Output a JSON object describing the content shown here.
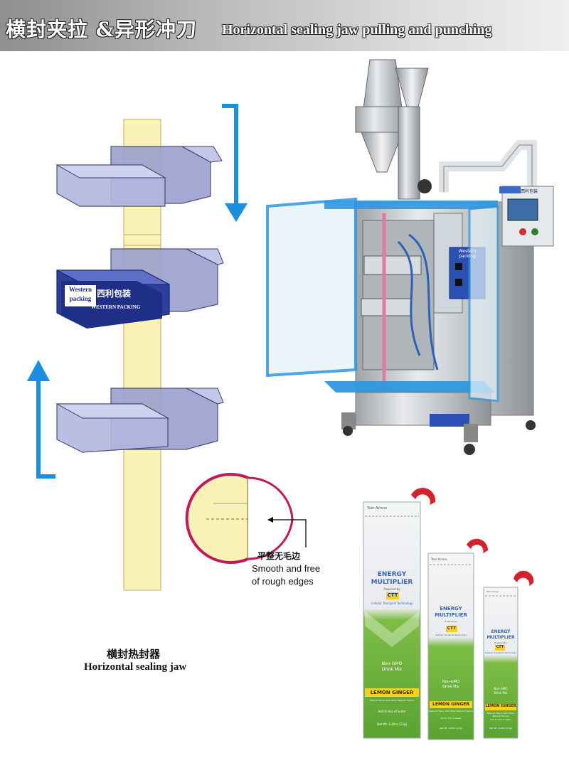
{
  "header": {
    "title_cn": "横封夹拉 &异形冲刀",
    "title_en": "Horizontal sealing jaw pulling and punching"
  },
  "jaw_labels": {
    "brand_en_line1": "Western",
    "brand_en_line2": "packing",
    "brand_cn": "西利包装",
    "brand_en_caps": "WESTERN PACKING"
  },
  "edge_callout": {
    "cn": "平整无毛边",
    "en_line1": "Smooth and free",
    "en_line2": "of rough edges"
  },
  "caption": {
    "cn": "横封热封器",
    "en": "Horizontal sealing jaw"
  },
  "machine": {
    "panel_brand": "西利包装",
    "door_brand": "Western packing"
  },
  "packets": {
    "top_text": "Tear Across",
    "line1": "ENERGY",
    "line2": "MULTIPLIER",
    "powered_by": "Powered by",
    "logo": "CTT",
    "subtitle": "Cellular Transport Technology",
    "claim1": "Non-GMO",
    "claim2": "Drink Mix",
    "flavor": "LEMON GINGER",
    "note": "Natural Flavor with Other Natural Flavors",
    "instruction": "Add to 8oz of water",
    "net_wt": "Net Wt. 0.46oz (13g)"
  },
  "colors": {
    "film": "#fbf3b6",
    "jaw": "#a9adda",
    "arrow": "#1a8fe0",
    "callout_ring": "#c2185b",
    "packet_green": "#6fb43f",
    "machine_frame": "#2f97e0"
  }
}
